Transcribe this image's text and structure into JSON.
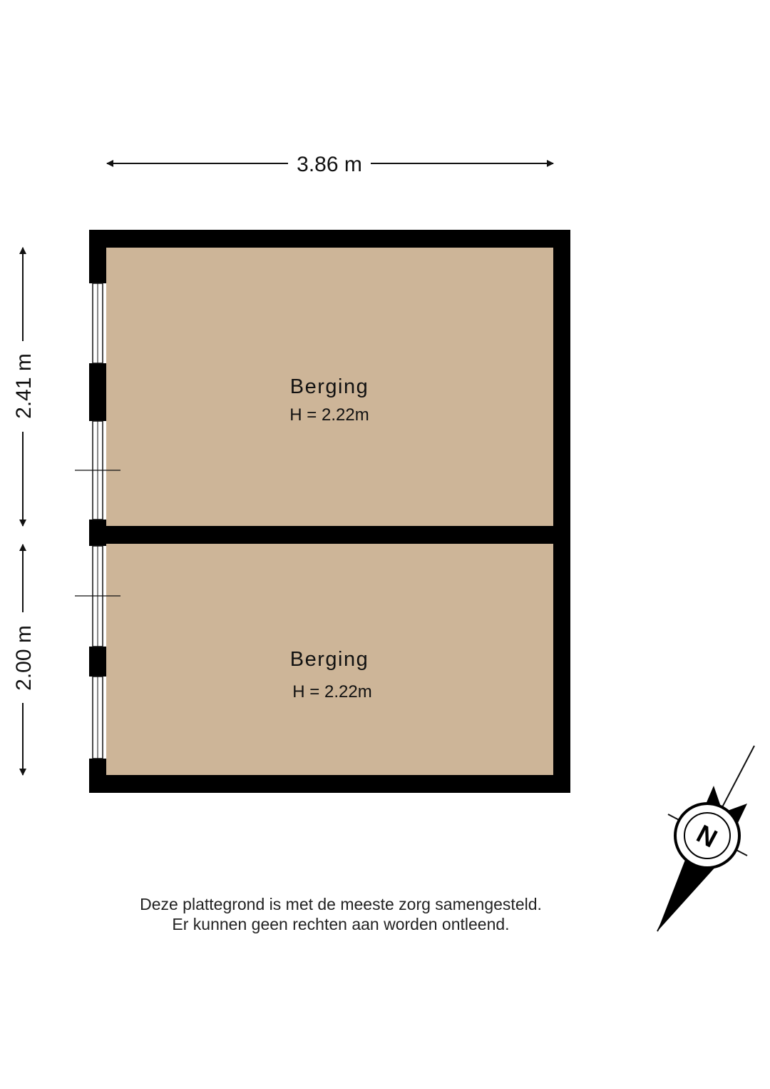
{
  "dimensions": {
    "width": "3.86 m",
    "height_top": "2.41 m",
    "height_bottom": "2.00 m"
  },
  "rooms": [
    {
      "name": "Berging",
      "height": "H = 2.22m"
    },
    {
      "name": "Berging",
      "height": "H = 2.22m"
    }
  ],
  "disclaimer": {
    "line1": "Deze plattegrond is met de meeste zorg samengesteld.",
    "line2": "Er kunnen geen rechten aan worden ontleend."
  },
  "compass": {
    "label": "N"
  },
  "colors": {
    "floor": "#cdb598",
    "wall": "#000000"
  }
}
